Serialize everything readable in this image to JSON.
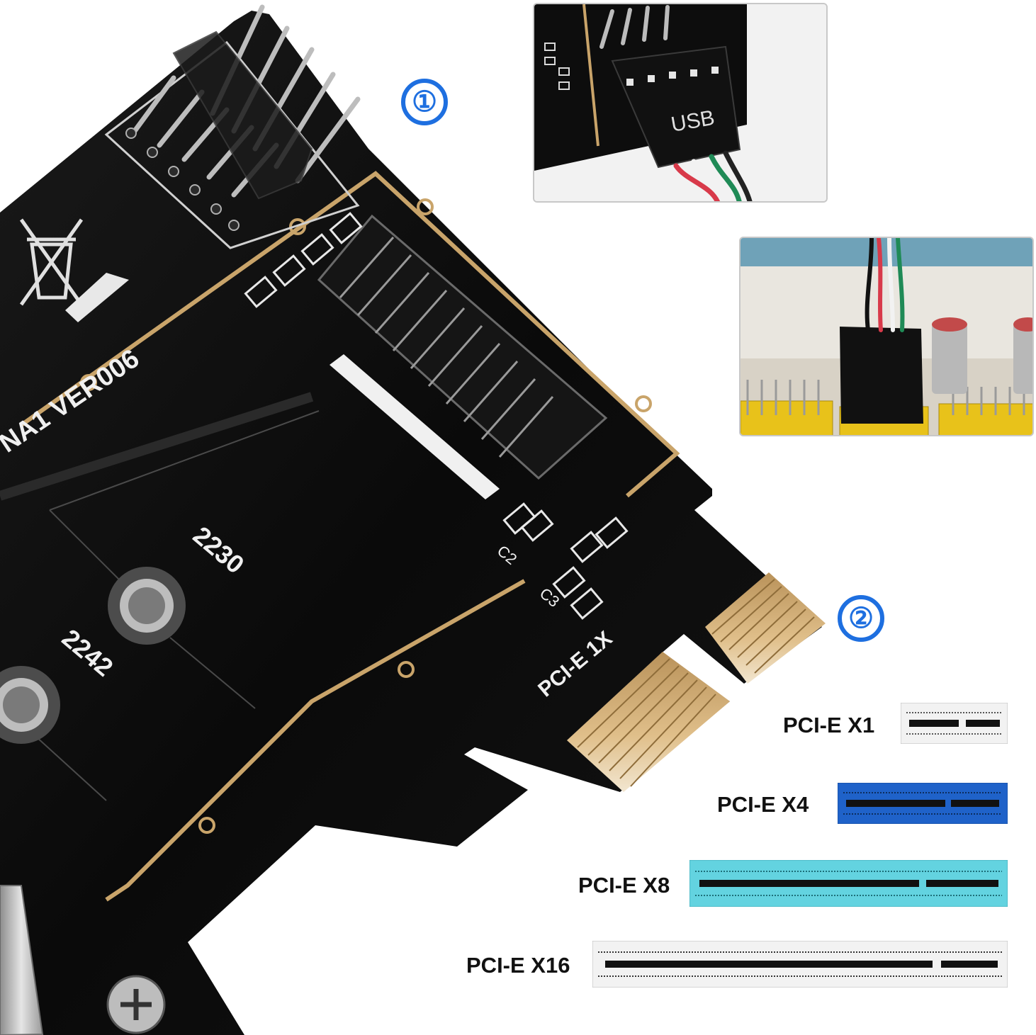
{
  "board": {
    "model_text": "NA1 VER006",
    "size_2230": "2230",
    "size_2242": "2242",
    "interface_text": "PCI-E 1X",
    "silk_c2": "C2",
    "silk_c3": "C3"
  },
  "insets": {
    "connector_text": "USB"
  },
  "markers": {
    "one": "①",
    "two": "②",
    "color": "#1e6fe0"
  },
  "slots": [
    {
      "label": "PCI-E X1",
      "color": "#f2f2f2"
    },
    {
      "label": "PCI-E X4",
      "color": "#1f62c9"
    },
    {
      "label": "PCI-E X8",
      "color": "#63d3e0"
    },
    {
      "label": "PCI-E X16",
      "color": "#f2f2f2"
    }
  ],
  "colors": {
    "pcb": "#0b0b0b",
    "gold_trace": "#c9a46a",
    "gold_finger": "#d8b47c",
    "header_yellow": "#e8c21a"
  }
}
